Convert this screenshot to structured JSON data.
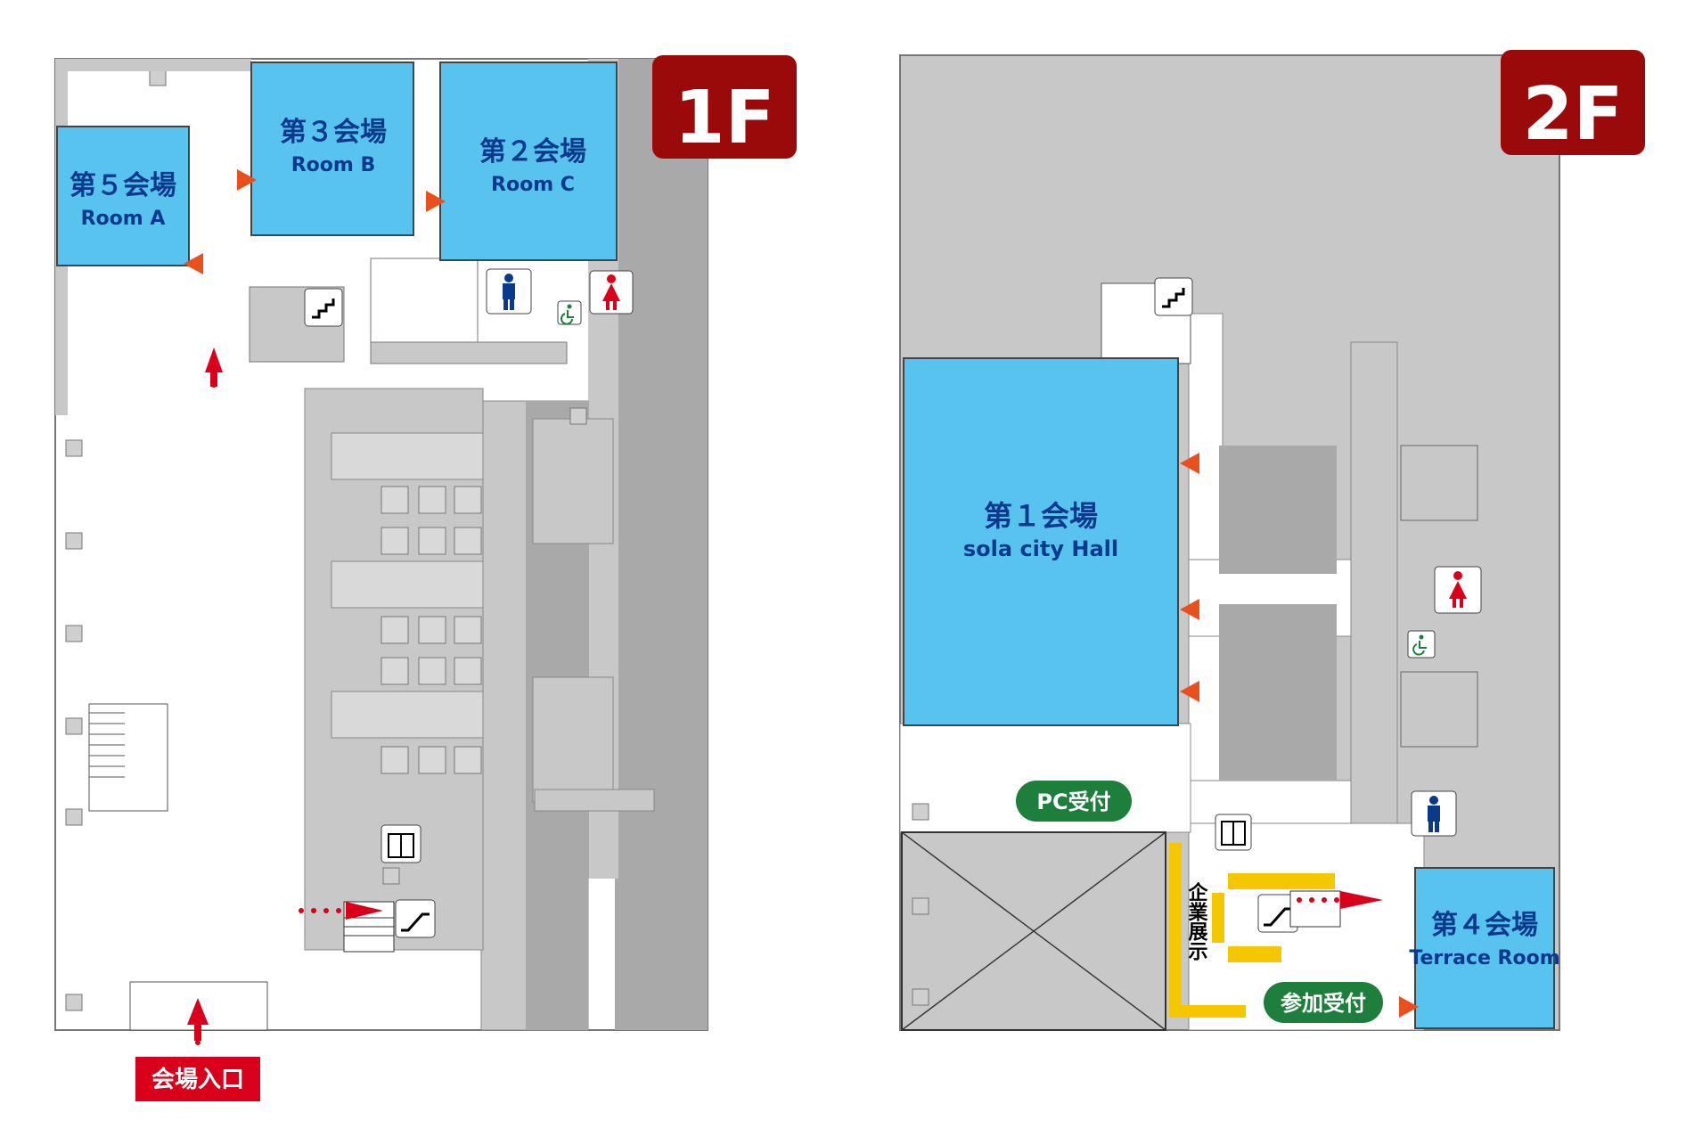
{
  "colors": {
    "wall_gray": "#c8c8c8",
    "dark_gray": "#a9a9a9",
    "room_blue": "#58c3ef",
    "room_text": "#0b3a8c",
    "floor_badge": "#9b0a0a",
    "entrance_red": "#d8001a",
    "reception_green": "#1e7f3c",
    "arrow_orange": "#e8501e",
    "exhibit_yellow": "#f5c700"
  },
  "floor1": {
    "badge": "1F",
    "entrance_label": "会場入口",
    "rooms": [
      {
        "id": "room5",
        "line1": "第５会場",
        "line2": "Room A"
      },
      {
        "id": "room3",
        "line1": "第３会場",
        "line2": "Room B"
      },
      {
        "id": "room2",
        "line1": "第２会場",
        "line2": "Room C"
      }
    ],
    "icons": [
      "stairs-icon",
      "male-restroom-icon",
      "female-restroom-icon",
      "accessible-restroom-icon",
      "elevator-icon",
      "escalator-icon"
    ]
  },
  "floor2": {
    "badge": "2F",
    "rooms": [
      {
        "id": "room1",
        "line1": "第１会場",
        "line2": "sola city Hall"
      },
      {
        "id": "room4",
        "line1": "第４会場",
        "line2": "Terrace Room"
      }
    ],
    "pc_reception": "PC受付",
    "participant_reception": "参加受付",
    "exhibit_label": "企業展示",
    "icons": [
      "stairs-icon",
      "female-restroom-icon",
      "accessible-restroom-icon",
      "male-restroom-icon",
      "elevator-icon",
      "escalator-icon"
    ]
  }
}
